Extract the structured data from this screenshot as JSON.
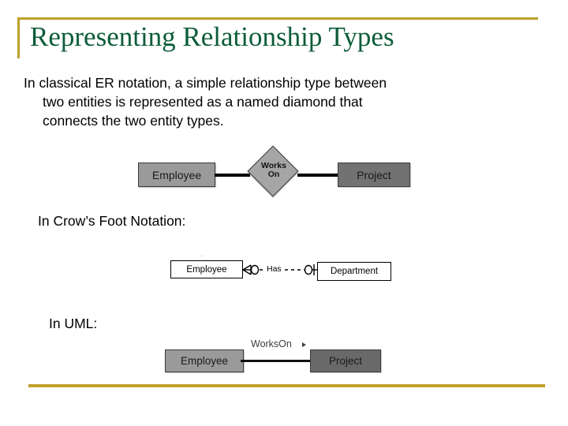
{
  "slide": {
    "title": "Representing Relationship Types",
    "accent_color": "#bfa02e",
    "title_color": "#0c5c3a",
    "background_color": "#ffffff"
  },
  "intro": {
    "line1": "In classical ER notation, a simple relationship type between",
    "line2": "two entities is represented as a named diamond that",
    "line3": "connects the two entity types."
  },
  "sections": {
    "crowsfoot_label": "In Crow’s Foot Notation:",
    "uml_label": "In UML:"
  },
  "er_diagram": {
    "left_entity": "Employee",
    "relationship_line1": "Works",
    "relationship_line2": "On",
    "right_entity": "Project",
    "left_entity_fill": "#9a9a9a",
    "right_entity_fill": "#727272",
    "diamond_fill": "#a5a5a5",
    "line_color": "#000000"
  },
  "crowsfoot_diagram": {
    "left_entity": "Employee",
    "relationship": "Has",
    "right_entity": "Department",
    "left_cardinality": "zero-or-many",
    "right_cardinality": "zero-or-one",
    "line_style": "dashed",
    "smudge": "..."
  },
  "uml_diagram": {
    "left_entity": "Employee",
    "association": "WorksOn",
    "direction_marker": "▶",
    "right_entity": "Project",
    "left_entity_fill": "#9a9a9a",
    "right_entity_fill": "#696969"
  }
}
